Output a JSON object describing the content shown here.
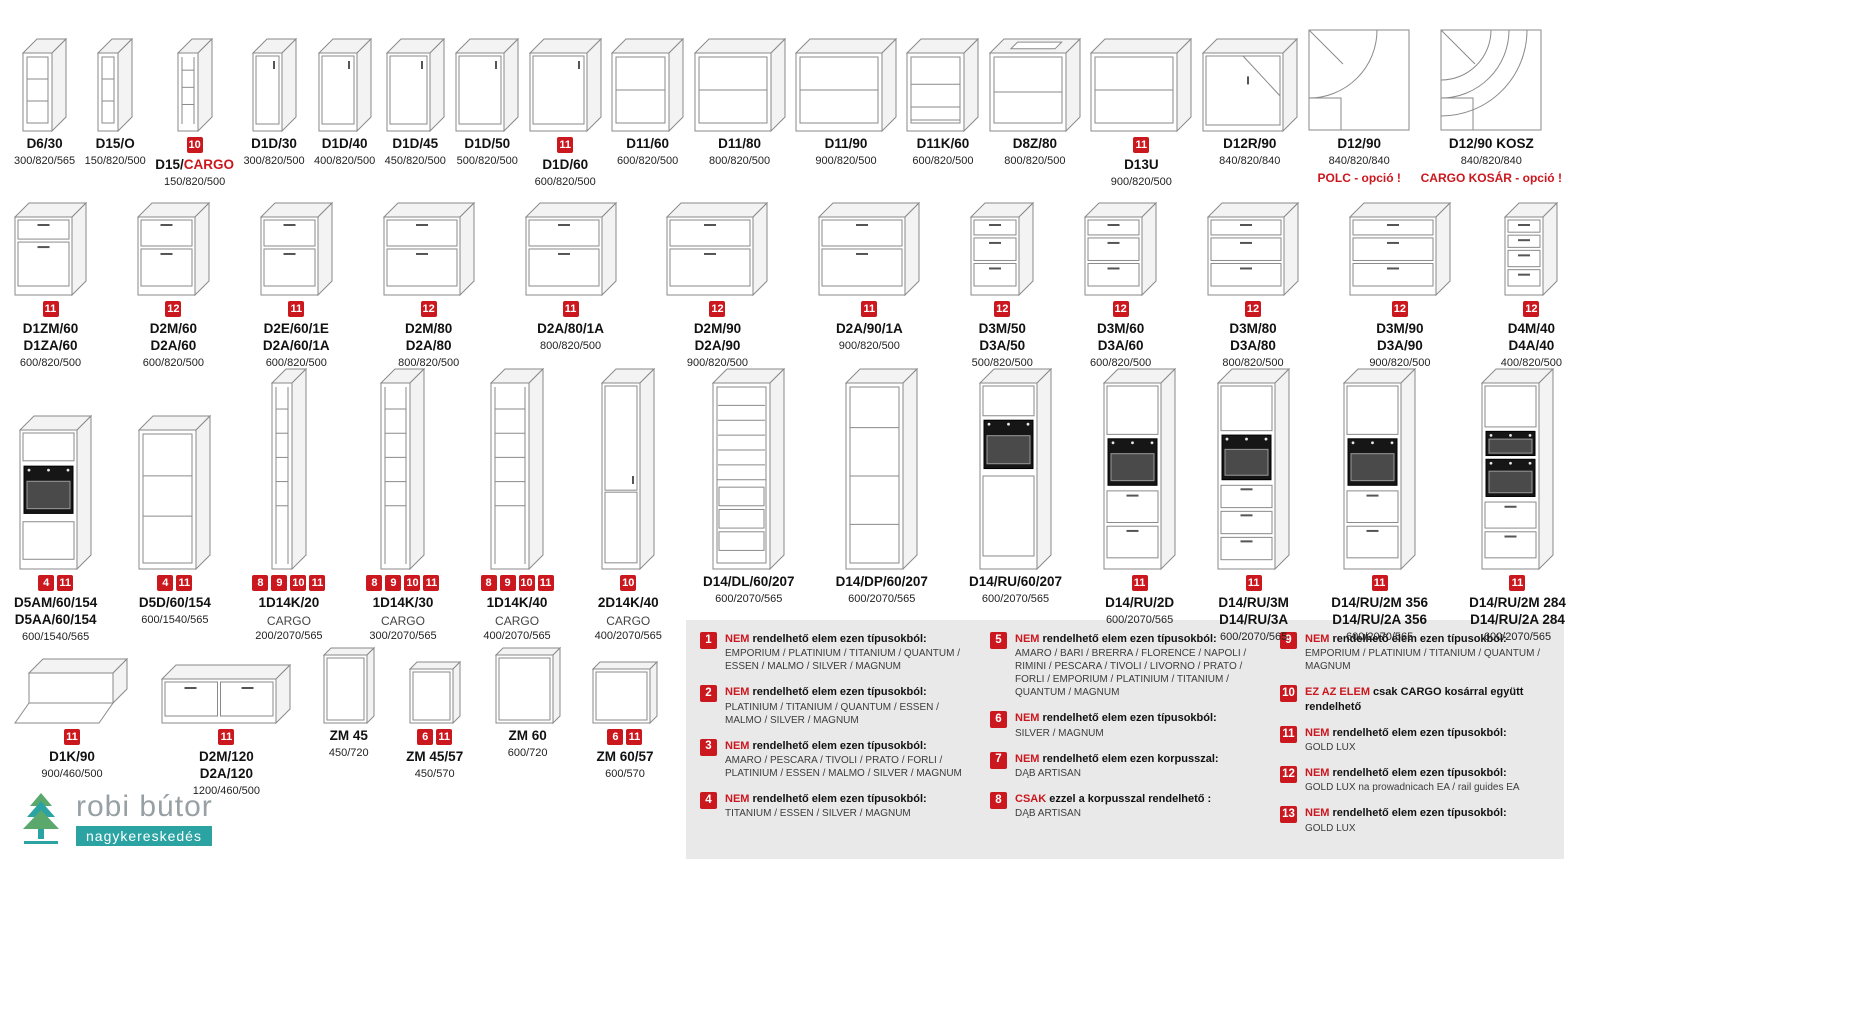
{
  "colors": {
    "badge_red": "#cb171e",
    "logo_teal": "#2ba3a3",
    "logo_green": "#5aa86c"
  },
  "logo": {
    "title": "robi bútor",
    "subtitle": "nagykereskedés"
  },
  "rows": [
    {
      "items": [
        {
          "labels": [
            "D6/30"
          ],
          "dims": "300/820/565",
          "icon": "open"
        },
        {
          "labels": [
            "D15/O"
          ],
          "dims": "150/820/500",
          "icon": "open"
        },
        {
          "label_prefix": "D15/",
          "label_suffix": "CARGO",
          "dims": "150/820/500",
          "badges": [
            10
          ],
          "icon": "cargo"
        },
        {
          "labels": [
            "D1D/30"
          ],
          "dims": "300/820/500",
          "icon": "door"
        },
        {
          "labels": [
            "D1D/40"
          ],
          "dims": "400/820/500",
          "icon": "door"
        },
        {
          "labels": [
            "D1D/45"
          ],
          "dims": "450/820/500",
          "icon": "door"
        },
        {
          "labels": [
            "D1D/50"
          ],
          "dims": "500/820/500",
          "icon": "door"
        },
        {
          "labels": [
            "D1D/60"
          ],
          "dims": "600/820/500",
          "badges": [
            11
          ],
          "icon": "door"
        },
        {
          "labels": [
            "D11/60"
          ],
          "dims": "600/820/500",
          "icon": "carcass"
        },
        {
          "labels": [
            "D11/80"
          ],
          "dims": "800/820/500",
          "icon": "carcass"
        },
        {
          "labels": [
            "D11/90"
          ],
          "dims": "900/820/500",
          "icon": "carcass"
        },
        {
          "labels": [
            "D11K/60"
          ],
          "dims": "600/820/500",
          "icon": "carcass-drawer"
        },
        {
          "labels": [
            "D8Z/80"
          ],
          "dims": "800/820/500",
          "icon": "sink"
        },
        {
          "labels": [
            "D13U"
          ],
          "dims": "900/820/500",
          "badges": [
            11
          ],
          "icon": "carcass"
        },
        {
          "labels": [
            "D12R/90"
          ],
          "dims": "840/820/840",
          "icon": "corner-door"
        },
        {
          "labels": [
            "D12/90"
          ],
          "dims": "840/820/840",
          "note": "POLC - opció !",
          "icon": "corner-plan"
        },
        {
          "labels": [
            "D12/90 KOSZ"
          ],
          "dims": "840/820/840",
          "note": "CARGO KOSÁR - opció !",
          "icon": "corner-plan-basket"
        }
      ]
    },
    {
      "items": [
        {
          "labels": [
            "D1ZM/60",
            "D1ZA/60"
          ],
          "dims": "600/820/500",
          "badges": [
            11
          ],
          "icon": "drawers2a"
        },
        {
          "labels": [
            "D2M/60",
            "D2A/60"
          ],
          "dims": "600/820/500",
          "badges": [
            12
          ],
          "icon": "drawers2"
        },
        {
          "labels": [
            "D2E/60/1E",
            "D2A/60/1A"
          ],
          "dims": "600/820/500",
          "badges": [
            11
          ],
          "icon": "drawers2"
        },
        {
          "labels": [
            "D2M/80",
            "D2A/80"
          ],
          "dims": "800/820/500",
          "badges": [
            12
          ],
          "icon": "drawers2"
        },
        {
          "labels": [
            "D2A/80/1A"
          ],
          "dims": "800/820/500",
          "badges": [
            11
          ],
          "icon": "drawers2"
        },
        {
          "labels": [
            "D2M/90",
            "D2A/90"
          ],
          "dims": "900/820/500",
          "badges": [
            12
          ],
          "icon": "drawers2"
        },
        {
          "labels": [
            "D2A/90/1A"
          ],
          "dims": "900/820/500",
          "badges": [
            11
          ],
          "icon": "drawers2"
        },
        {
          "labels": [
            "D3M/50",
            "D3A/50"
          ],
          "dims": "500/820/500",
          "badges": [
            12
          ],
          "icon": "drawers3"
        },
        {
          "labels": [
            "D3M/60",
            "D3A/60"
          ],
          "dims": "600/820/500",
          "badges": [
            12
          ],
          "icon": "drawers3"
        },
        {
          "labels": [
            "D3M/80",
            "D3A/80"
          ],
          "dims": "800/820/500",
          "badges": [
            12
          ],
          "icon": "drawers3"
        },
        {
          "labels": [
            "D3M/90",
            "D3A/90"
          ],
          "dims": "900/820/500",
          "badges": [
            12
          ],
          "icon": "drawers3"
        },
        {
          "labels": [
            "D4M/40",
            "D4A/40"
          ],
          "dims": "400/820/500",
          "badges": [
            12
          ],
          "icon": "drawers4"
        }
      ]
    },
    {
      "items": [
        {
          "labels": [
            "D5AM/60/154",
            "D5AA/60/154"
          ],
          "dims": "600/1540/565",
          "badges": [
            4,
            11
          ],
          "icon": "midtall-oven"
        },
        {
          "labels": [
            "D5D/60/154"
          ],
          "dims": "600/1540/565",
          "badges": [
            4,
            11
          ],
          "icon": "tall-open"
        },
        {
          "labels": [
            "1D14K/20"
          ],
          "extra": "CARGO",
          "dims": "200/2070/565",
          "badges": [
            8,
            9,
            10,
            11
          ],
          "icon": "tall-cargo"
        },
        {
          "labels": [
            "1D14K/30"
          ],
          "extra": "CARGO",
          "dims": "300/2070/565",
          "badges": [
            8,
            9,
            10,
            11
          ],
          "icon": "tall-cargo"
        },
        {
          "labels": [
            "1D14K/40"
          ],
          "extra": "CARGO",
          "dims": "400/2070/565",
          "badges": [
            8,
            9,
            10,
            11
          ],
          "icon": "tall-cargo"
        },
        {
          "labels": [
            "2D14K/40"
          ],
          "extra": "CARGO",
          "dims": "400/2070/565",
          "badges": [
            10
          ],
          "icon": "tall-2door"
        },
        {
          "labels": [
            "D14/DL/60/207"
          ],
          "dims": "600/2070/565",
          "icon": "tall-fridge"
        },
        {
          "labels": [
            "D14/DP/60/207"
          ],
          "dims": "600/2070/565",
          "icon": "tall-shelves"
        },
        {
          "labels": [
            "D14/RU/60/207"
          ],
          "dims": "600/2070/565",
          "icon": "tall-oven"
        },
        {
          "labels": [
            "D14/RU/2D"
          ],
          "dims": "600/2070/565",
          "badges": [
            11
          ],
          "icon": "tall-oven-d2"
        },
        {
          "labels": [
            "D14/RU/3M",
            "D14/RU/3A"
          ],
          "dims": "600/2070/565",
          "badges": [
            11
          ],
          "icon": "tall-oven-d3"
        },
        {
          "labels": [
            "D14/RU/2M 356",
            "D14/RU/2A 356"
          ],
          "dims": "600/2070/565",
          "badges": [
            11
          ],
          "icon": "tall-oven-d2"
        },
        {
          "labels": [
            "D14/RU/2M 284",
            "D14/RU/2A 284"
          ],
          "dims": "600/2070/565",
          "badges": [
            11
          ],
          "icon": "tall-oven-duo"
        }
      ]
    },
    {
      "items": [
        {
          "labels": [
            "D1K/90"
          ],
          "dims": "900/460/500",
          "badges": [
            11
          ],
          "icon": "flip"
        },
        {
          "labels": [
            "D2M/120",
            "D2A/120"
          ],
          "dims": "1200/460/500",
          "badges": [
            11
          ],
          "icon": "drawers2-wide"
        },
        {
          "labels": [
            "ZM 45"
          ],
          "dims": "450/720",
          "icon": "panel"
        },
        {
          "labels": [
            "ZM 45/57"
          ],
          "dims": "450/570",
          "badges": [
            6,
            11
          ],
          "icon": "panel"
        },
        {
          "labels": [
            "ZM 60"
          ],
          "dims": "600/720",
          "icon": "panel"
        },
        {
          "labels": [
            "ZM 60/57"
          ],
          "dims": "600/570",
          "badges": [
            6,
            11
          ],
          "icon": "panel"
        }
      ]
    }
  ],
  "legend": {
    "columns": [
      [
        {
          "num": 1,
          "prefix": "NEM",
          "heading": " rendelhető elem ezen típusokból:",
          "body": "EMPORIUM / PLATINIUM / TITANIUM / QUANTUM / ESSEN / MALMO / SILVER / MAGNUM"
        },
        {
          "num": 2,
          "prefix": "NEM",
          "heading": " rendelhető elem ezen típusokból:",
          "body": "PLATINIUM / TITANIUM / QUANTUM / ESSEN / MALMO / SILVER / MAGNUM"
        },
        {
          "num": 3,
          "prefix": "NEM",
          "heading": " rendelhető elem ezen típusokból:",
          "body": "AMARO / PESCARA / TIVOLI / PRATO / FORLI / PLATINIUM / ESSEN / MALMO / SILVER / MAGNUM"
        },
        {
          "num": 4,
          "prefix": "NEM",
          "heading": " rendelhető elem ezen típusokból:",
          "body": "TITANIUM /  ESSEN / SILVER / MAGNUM"
        }
      ],
      [
        {
          "num": 5,
          "prefix": "NEM",
          "heading": " rendelhető elem ezen típusokból:",
          "body": "AMARO / BARI / BRERRA / FLORENCE / NAPOLI / RIMINI / PESCARA / TIVOLI / LIVORNO / PRATO / FORLI / EMPORIUM / PLATINIUM / TITANIUM / QUANTUM / MAGNUM"
        },
        {
          "num": 6,
          "prefix": "NEM",
          "heading": " rendelhető elem ezen típusokból:",
          "body": "SILVER / MAGNUM"
        },
        {
          "num": 7,
          "prefix": "NEM",
          "heading": " rendelhető elem ezen korpusszal:",
          "body": "DĄB ARTISAN"
        },
        {
          "num": 8,
          "prefix": "CSAK",
          "heading": " ezzel a korpusszal rendelhető :",
          "body": "DĄB ARTISAN"
        }
      ],
      [
        {
          "num": 9,
          "prefix": "NEM",
          "heading": " rendelhető elem ezen típusokból:",
          "body": "EMPORIUM / PLATINIUM / TITANIUM / QUANTUM / MAGNUM"
        },
        {
          "num": 10,
          "prefix": "EZ AZ ELEM",
          "heading": " csak CARGO kosárral  együtt rendelhető",
          "body": ""
        },
        {
          "num": 11,
          "prefix": "NEM",
          "heading": " rendelhető elem ezen típusokból:",
          "body": "GOLD LUX"
        },
        {
          "num": 12,
          "prefix": "NEM",
          "heading": " rendelhető elem ezen típusokból:",
          "body": "GOLD LUX na prowadnicach EA / rail guides EA"
        },
        {
          "num": 13,
          "prefix": "NEM",
          "heading": " rendelhető elem ezen típusokból:",
          "body": "GOLD LUX"
        }
      ]
    ]
  }
}
